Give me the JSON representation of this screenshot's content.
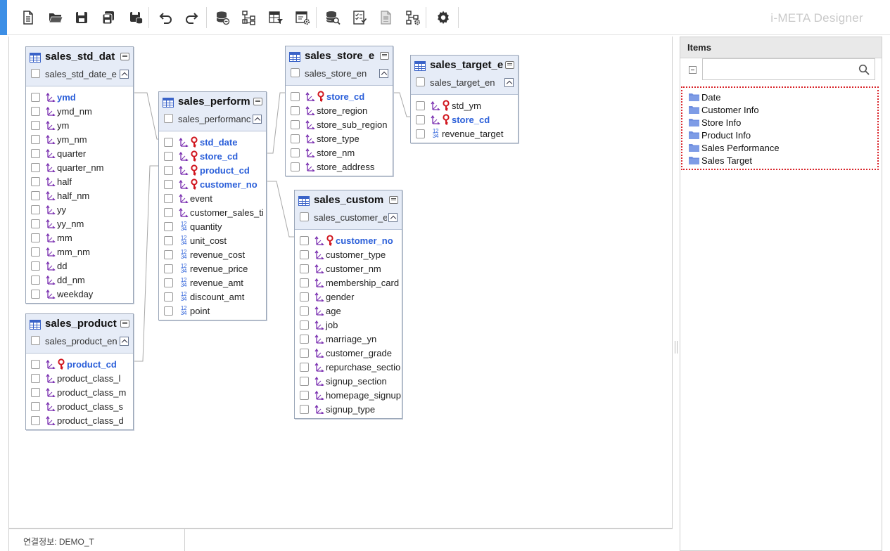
{
  "app": {
    "title": "i-META Designer",
    "accent_color": "#3d8fe6"
  },
  "toolbar": {
    "buttons": [
      {
        "name": "new-document-icon"
      },
      {
        "name": "open-folder-icon"
      },
      {
        "name": "save-icon"
      },
      {
        "name": "save-all-icon"
      },
      {
        "name": "save-database-icon"
      },
      {
        "name": "undo-icon"
      },
      {
        "name": "redo-icon"
      },
      {
        "name": "database-link-icon"
      },
      {
        "name": "hierarchy-icon"
      },
      {
        "name": "table-filter-icon"
      },
      {
        "name": "window-settings-icon"
      },
      {
        "name": "database-search-icon"
      },
      {
        "name": "checklist-icon"
      },
      {
        "name": "document-icon"
      },
      {
        "name": "hierarchy-settings-icon"
      },
      {
        "name": "gear-icon"
      }
    ]
  },
  "entities": [
    {
      "id": "sales_std_date",
      "name": "sales_std_dat",
      "subtitle": "sales_std_date_e",
      "fields": [
        {
          "name": "ymd",
          "type": "dim",
          "key": true,
          "pk": false
        },
        {
          "name": "ymd_nm",
          "type": "dim"
        },
        {
          "name": "ym",
          "type": "dim"
        },
        {
          "name": "ym_nm",
          "type": "dim"
        },
        {
          "name": "quarter",
          "type": "dim"
        },
        {
          "name": "quarter_nm",
          "type": "dim"
        },
        {
          "name": "half",
          "type": "dim"
        },
        {
          "name": "half_nm",
          "type": "dim"
        },
        {
          "name": "yy",
          "type": "dim"
        },
        {
          "name": "yy_nm",
          "type": "dim"
        },
        {
          "name": "mm",
          "type": "dim"
        },
        {
          "name": "mm_nm",
          "type": "dim"
        },
        {
          "name": "dd",
          "type": "dim"
        },
        {
          "name": "dd_nm",
          "type": "dim"
        },
        {
          "name": "weekday",
          "type": "dim"
        }
      ]
    },
    {
      "id": "sales_product",
      "name": "sales_product",
      "subtitle": "sales_product_en",
      "fields": [
        {
          "name": "product_cd",
          "type": "dim",
          "key": true,
          "pk": true
        },
        {
          "name": "product_class_l",
          "type": "dim"
        },
        {
          "name": "product_class_m",
          "type": "dim"
        },
        {
          "name": "product_class_s",
          "type": "dim"
        },
        {
          "name": "product_class_d",
          "type": "dim"
        }
      ]
    },
    {
      "id": "sales_performance",
      "name": "sales_perform",
      "subtitle": "sales_performanc",
      "fields": [
        {
          "name": "std_date",
          "type": "dim",
          "key": true,
          "pk": true
        },
        {
          "name": "store_cd",
          "type": "dim",
          "key": true,
          "pk": true
        },
        {
          "name": "product_cd",
          "type": "dim",
          "key": true,
          "pk": true
        },
        {
          "name": "customer_no",
          "type": "dim",
          "key": true,
          "pk": true
        },
        {
          "name": "event",
          "type": "dim"
        },
        {
          "name": "customer_sales_ti",
          "type": "dim"
        },
        {
          "name": "quantity",
          "type": "num"
        },
        {
          "name": "unit_cost",
          "type": "num"
        },
        {
          "name": "revenue_cost",
          "type": "num"
        },
        {
          "name": "revenue_price",
          "type": "num"
        },
        {
          "name": "revenue_amt",
          "type": "num"
        },
        {
          "name": "discount_amt",
          "type": "num"
        },
        {
          "name": "point",
          "type": "num"
        }
      ]
    },
    {
      "id": "sales_store",
      "name": "sales_store_e",
      "subtitle": "sales_store_en",
      "fields": [
        {
          "name": "store_cd",
          "type": "dim",
          "key": true,
          "pk": true
        },
        {
          "name": "store_region",
          "type": "dim"
        },
        {
          "name": "store_sub_region",
          "type": "dim"
        },
        {
          "name": "store_type",
          "type": "dim"
        },
        {
          "name": "store_nm",
          "type": "dim"
        },
        {
          "name": "store_address",
          "type": "dim"
        }
      ]
    },
    {
      "id": "sales_target",
      "name": "sales_target_e",
      "subtitle": "sales_target_en",
      "fields": [
        {
          "name": "std_ym",
          "type": "dim",
          "key": false,
          "pk": true
        },
        {
          "name": "store_cd",
          "type": "dim",
          "key": true,
          "pk": true
        },
        {
          "name": "revenue_target",
          "type": "num"
        }
      ]
    },
    {
      "id": "sales_customer",
      "name": "sales_custom",
      "subtitle": "sales_customer_e",
      "fields": [
        {
          "name": "customer_no",
          "type": "dim",
          "key": true,
          "pk": true
        },
        {
          "name": "customer_type",
          "type": "dim"
        },
        {
          "name": "customer_nm",
          "type": "dim"
        },
        {
          "name": "membership_card",
          "type": "dim"
        },
        {
          "name": "gender",
          "type": "dim"
        },
        {
          "name": "age",
          "type": "dim"
        },
        {
          "name": "job",
          "type": "dim"
        },
        {
          "name": "marriage_yn",
          "type": "dim"
        },
        {
          "name": "customer_grade",
          "type": "dim"
        },
        {
          "name": "repurchase_sectio",
          "type": "dim"
        },
        {
          "name": "signup_section",
          "type": "dim"
        },
        {
          "name": "homepage_signup",
          "type": "dim"
        },
        {
          "name": "signup_type",
          "type": "dim"
        }
      ]
    }
  ],
  "panel": {
    "title": "Items",
    "search_value": "",
    "search_placeholder": "",
    "items": [
      {
        "label": "Date"
      },
      {
        "label": "Customer Info"
      },
      {
        "label": "Store Info"
      },
      {
        "label": "Product Info"
      },
      {
        "label": "Sales Performance"
      },
      {
        "label": "Sales Target"
      }
    ]
  },
  "status": {
    "connection": "연결정보: DEMO_T"
  },
  "colors": {
    "key_field": "#2b5fd9",
    "pk_icon": "#d0161e",
    "dim_icon": "#7a2fb0",
    "entity_header": "#e6ecf7",
    "folder": "#6f8fe0",
    "tree_border": "#d9252b"
  }
}
